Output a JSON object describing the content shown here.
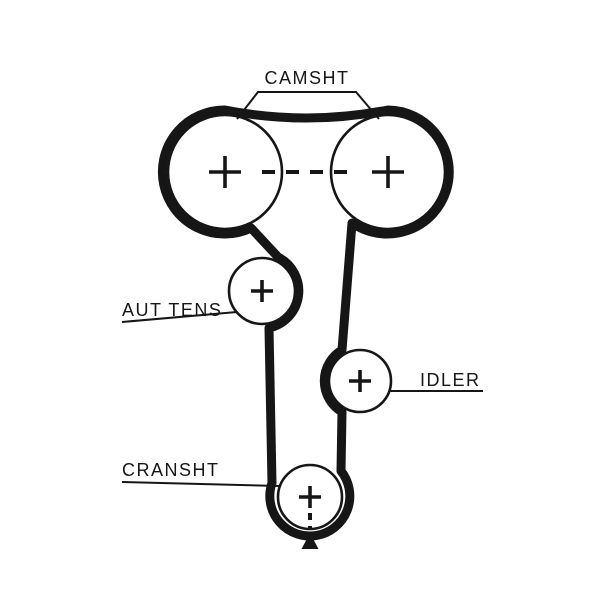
{
  "page": {
    "background_color": "#ffffff",
    "line_color": "#161616"
  },
  "diagram": {
    "labels": {
      "camshaft": "CAMSHT",
      "auto_tensioner": "AUT TENS",
      "idler": "IDLER",
      "crankshaft": "CRANSHT"
    },
    "icons": {
      "pulley_center_mark": "+",
      "direction_arrow": "▲"
    }
  }
}
